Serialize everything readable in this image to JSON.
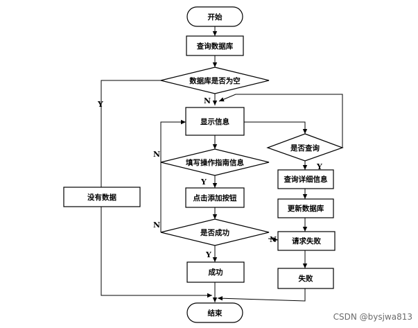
{
  "nodes": {
    "start": "开始",
    "query_db": "查询数据库",
    "db_empty": "数据库是否为空",
    "show_info": "显示信息",
    "fill_info": "填写操作指南信息",
    "click_add": "点击添加按钮",
    "is_success": "是否成功",
    "success": "成功",
    "no_data": "没有数据",
    "is_query": "是否查询",
    "query_detail": "查询详细信息",
    "update_db": "更新数据库",
    "request_fail": "请求失败",
    "fail": "失败",
    "end": "结束"
  },
  "edge_labels": {
    "db_empty_yes": "Y",
    "db_empty_no": "N",
    "fill_no": "N",
    "fill_yes": "Y",
    "success_no_loop": "N",
    "success_yes": "Y",
    "success_no_right": "N",
    "query_yes": "Y"
  },
  "watermark": "CSDN @bysjwa813"
}
